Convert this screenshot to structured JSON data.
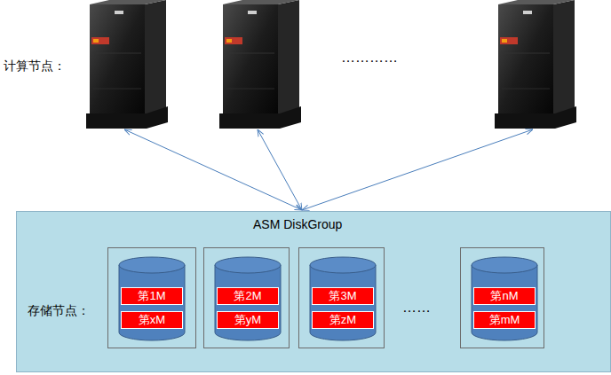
{
  "diagram": {
    "nodes": [
      {
        "text": [
          "ASM DiskGroup",
          "存储节点："
        ]
      },
      {
        "text": [
          "第1M",
          "第xM"
        ],
        "in": 0
      },
      {
        "text": [
          "第2M",
          "第yM"
        ],
        "in": 0
      },
      {
        "text": [
          "第3M",
          "第zM"
        ],
        "in": 0
      },
      {
        "text": [
          "第nM",
          "第mM"
        ],
        "in": 0
      }
    ],
    "labels": [
      "计算节点：",
      "…………",
      "……"
    ]
  }
}
